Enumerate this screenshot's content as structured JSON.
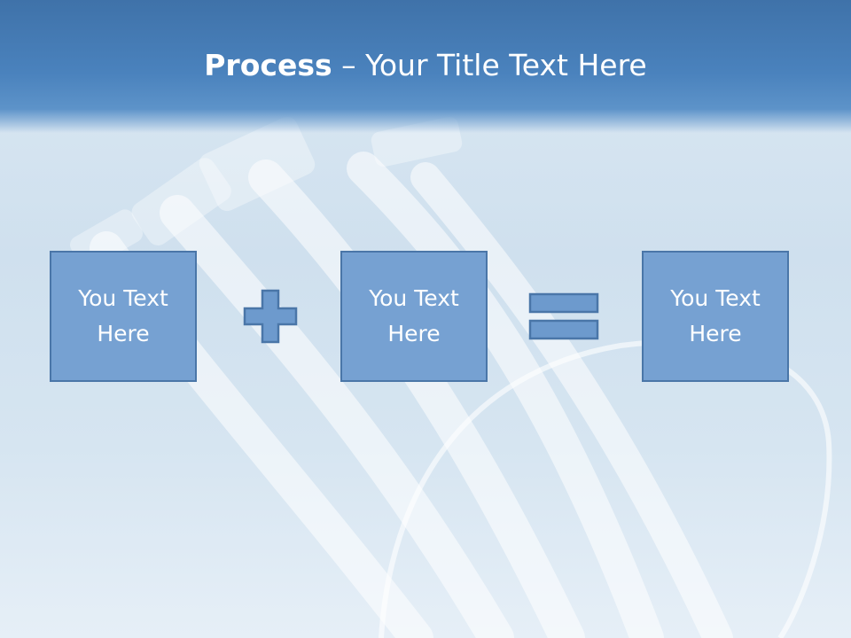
{
  "slide": {
    "title_bold": "Process",
    "title_rest": " – Your Title Text Here",
    "boxes": [
      {
        "text": "You Text Here"
      },
      {
        "text": "You Text Here"
      },
      {
        "text": "You Text Here"
      }
    ]
  },
  "colors": {
    "header": "#4a82bd",
    "box_fill": "#76a1d2",
    "box_border": "#4a76a8",
    "operator_fill": "#6d9acd",
    "operator_border": "#4a76a8"
  },
  "icons": {
    "plus": "plus-icon",
    "equals": "equals-icon",
    "background": "toothbrushes-image"
  }
}
